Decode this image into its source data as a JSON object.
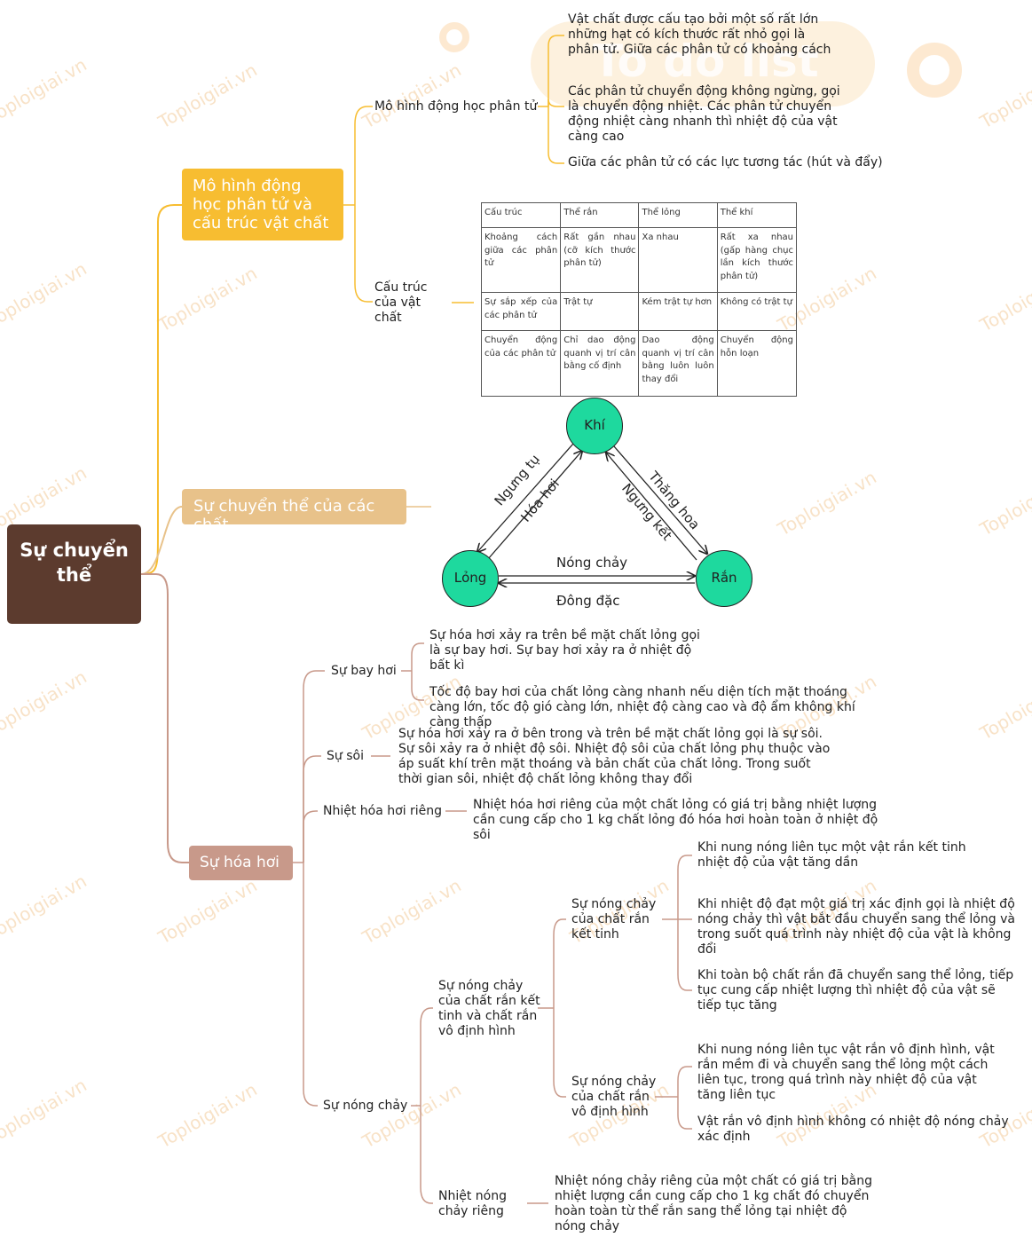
{
  "root": {
    "label": "Sự chuyển thể"
  },
  "branch1": {
    "label": "Mô hình động học phân tử và cấu trúc vật chất",
    "sub1": {
      "label": "Mô hình động học phân tử",
      "leaves": [
        "Vật chất được cấu tạo bởi một số rất lớn những hạt có kích thước rất nhỏ gọi là phân tử. Giữa các phân tử có khoảng cách",
        "Các phân tử chuyển động không ngừng, gọi là chuyển động nhiệt. Các phân tử chuyển động nhiệt càng nhanh thì nhiệt độ của vật càng cao",
        "Giữa các phân tử có các lực tương tác (hút và đẩy)"
      ]
    },
    "sub2": {
      "label": "Cấu trúc của vật chất",
      "table": {
        "headers": [
          "Cấu trúc",
          "Thể rắn",
          "Thể lỏng",
          "Thể khí"
        ],
        "rows": [
          [
            "Khoảng cách giữa các phân tử",
            "Rất gần nhau (cỡ kích thước phân tử)",
            "Xa nhau",
            "Rất xa nhau (gấp hàng chục lần kích thước phân tử)"
          ],
          [
            "Sự sắp xếp của các phân tử",
            "Trật tự",
            "Kém trật tự hơn",
            "Không có trật tự"
          ],
          [
            "Chuyển động của các phân tử",
            "Chỉ dao động quanh vị trí cân bằng cố định",
            "Dao động quanh vị trí cân bằng luôn luôn thay đổi",
            "Chuyển động hỗn loạn"
          ]
        ]
      }
    }
  },
  "branch2": {
    "label": "Sự chuyển thể của các chất",
    "diagram": {
      "nodes": {
        "gas": "Khí",
        "liquid": "Lỏng",
        "solid": "Rắn"
      },
      "arrows": {
        "condensation": "Ngưng tụ",
        "vaporization": "Hóa hơi",
        "sublimation": "Thăng hoa",
        "deposition": "Ngưng kết",
        "melting": "Nóng chảy",
        "solidification": "Đông đặc"
      }
    }
  },
  "branch3": {
    "label": "Sự hóa hơi",
    "evaporation": {
      "label": "Sự bay hơi",
      "leaves": [
        "Sự hóa hơi xảy ra trên bề mặt chất lỏng gọi là sự bay hơi. Sự bay hơi xảy ra ở nhiệt độ bất kì",
        "Tốc độ bay hơi của chất lỏng càng nhanh nếu diện tích mặt thoáng càng lớn, tốc độ gió càng lớn, nhiệt độ càng cao và độ ẩm không khí càng thấp"
      ]
    },
    "boiling": {
      "label": "Sự sôi",
      "leaf": "Sự hóa hơi xảy ra ở bên trong và trên bề mặt chất lỏng gọi là sự sôi. Sự sôi xảy ra ở nhiệt độ sôi. Nhiệt độ sôi của chất lỏng phụ thuộc vào áp suất khí trên mặt thoáng và bản chất của chất lỏng. Trong suốt thời gian sôi, nhiệt độ chất lỏng không thay đổi"
    },
    "latent_vap": {
      "label": "Nhiệt hóa hơi riêng",
      "leaf": "Nhiệt hóa hơi riêng của một chất lỏng có giá trị bằng nhiệt lượng cần cung cấp cho 1 kg chất lỏng đó hóa hơi hoàn toàn ở nhiệt độ sôi"
    },
    "melting": {
      "label": "Sự nóng chảy",
      "group": {
        "label": "Sự nóng chảy của chất rắn kết tinh và chất rắn vô định hình",
        "crystal": {
          "label": "Sự nóng chảy của chất rắn kết tinh",
          "leaves": [
            "Khi nung nóng liên tục một vật rắn kết tinh nhiệt độ của vật tăng dần",
            "Khi nhiệt độ đạt một giá trị xác định gọi là nhiệt độ nóng chảy thì vật bắt đầu chuyển sang thể lỏng và trong suốt quá trình này nhiệt độ của vật là không đổi",
            "Khi toàn bộ chất rắn đã chuyển sang thể lỏng, tiếp tục cung cấp nhiệt lượng thì nhiệt độ của vật sẽ tiếp tục tăng"
          ]
        },
        "amorphous": {
          "label": "Sự nóng chảy của chất rắn vô định hình",
          "leaves": [
            "Khi nung nóng liên tục vật rắn vô định hình, vật rắn mềm đi và chuyển sang thể lỏng một cách liên tục, trong quá trình này nhiệt độ của vật tăng liên tục",
            "Vật rắn vô định hình không có nhiệt độ nóng chảy xác định"
          ]
        }
      },
      "latent_fusion": {
        "label": "Nhiệt nóng chảy riêng",
        "leaf": "Nhiệt nóng chảy riêng của một chất có giá trị bằng nhiệt lượng cần cung cấp cho 1 kg chất đó chuyển hoàn toàn từ thể rắn sang thể lỏng tại nhiệt độ nóng chảy"
      }
    }
  },
  "watermark": {
    "text": "Toploigiai.vn",
    "badge": "To do list"
  },
  "colors": {
    "root": "#5c3b2e",
    "b1": "#f7bd31",
    "b2": "#e8c28a",
    "b3": "#c8998a",
    "circle": "#1ed99e"
  }
}
